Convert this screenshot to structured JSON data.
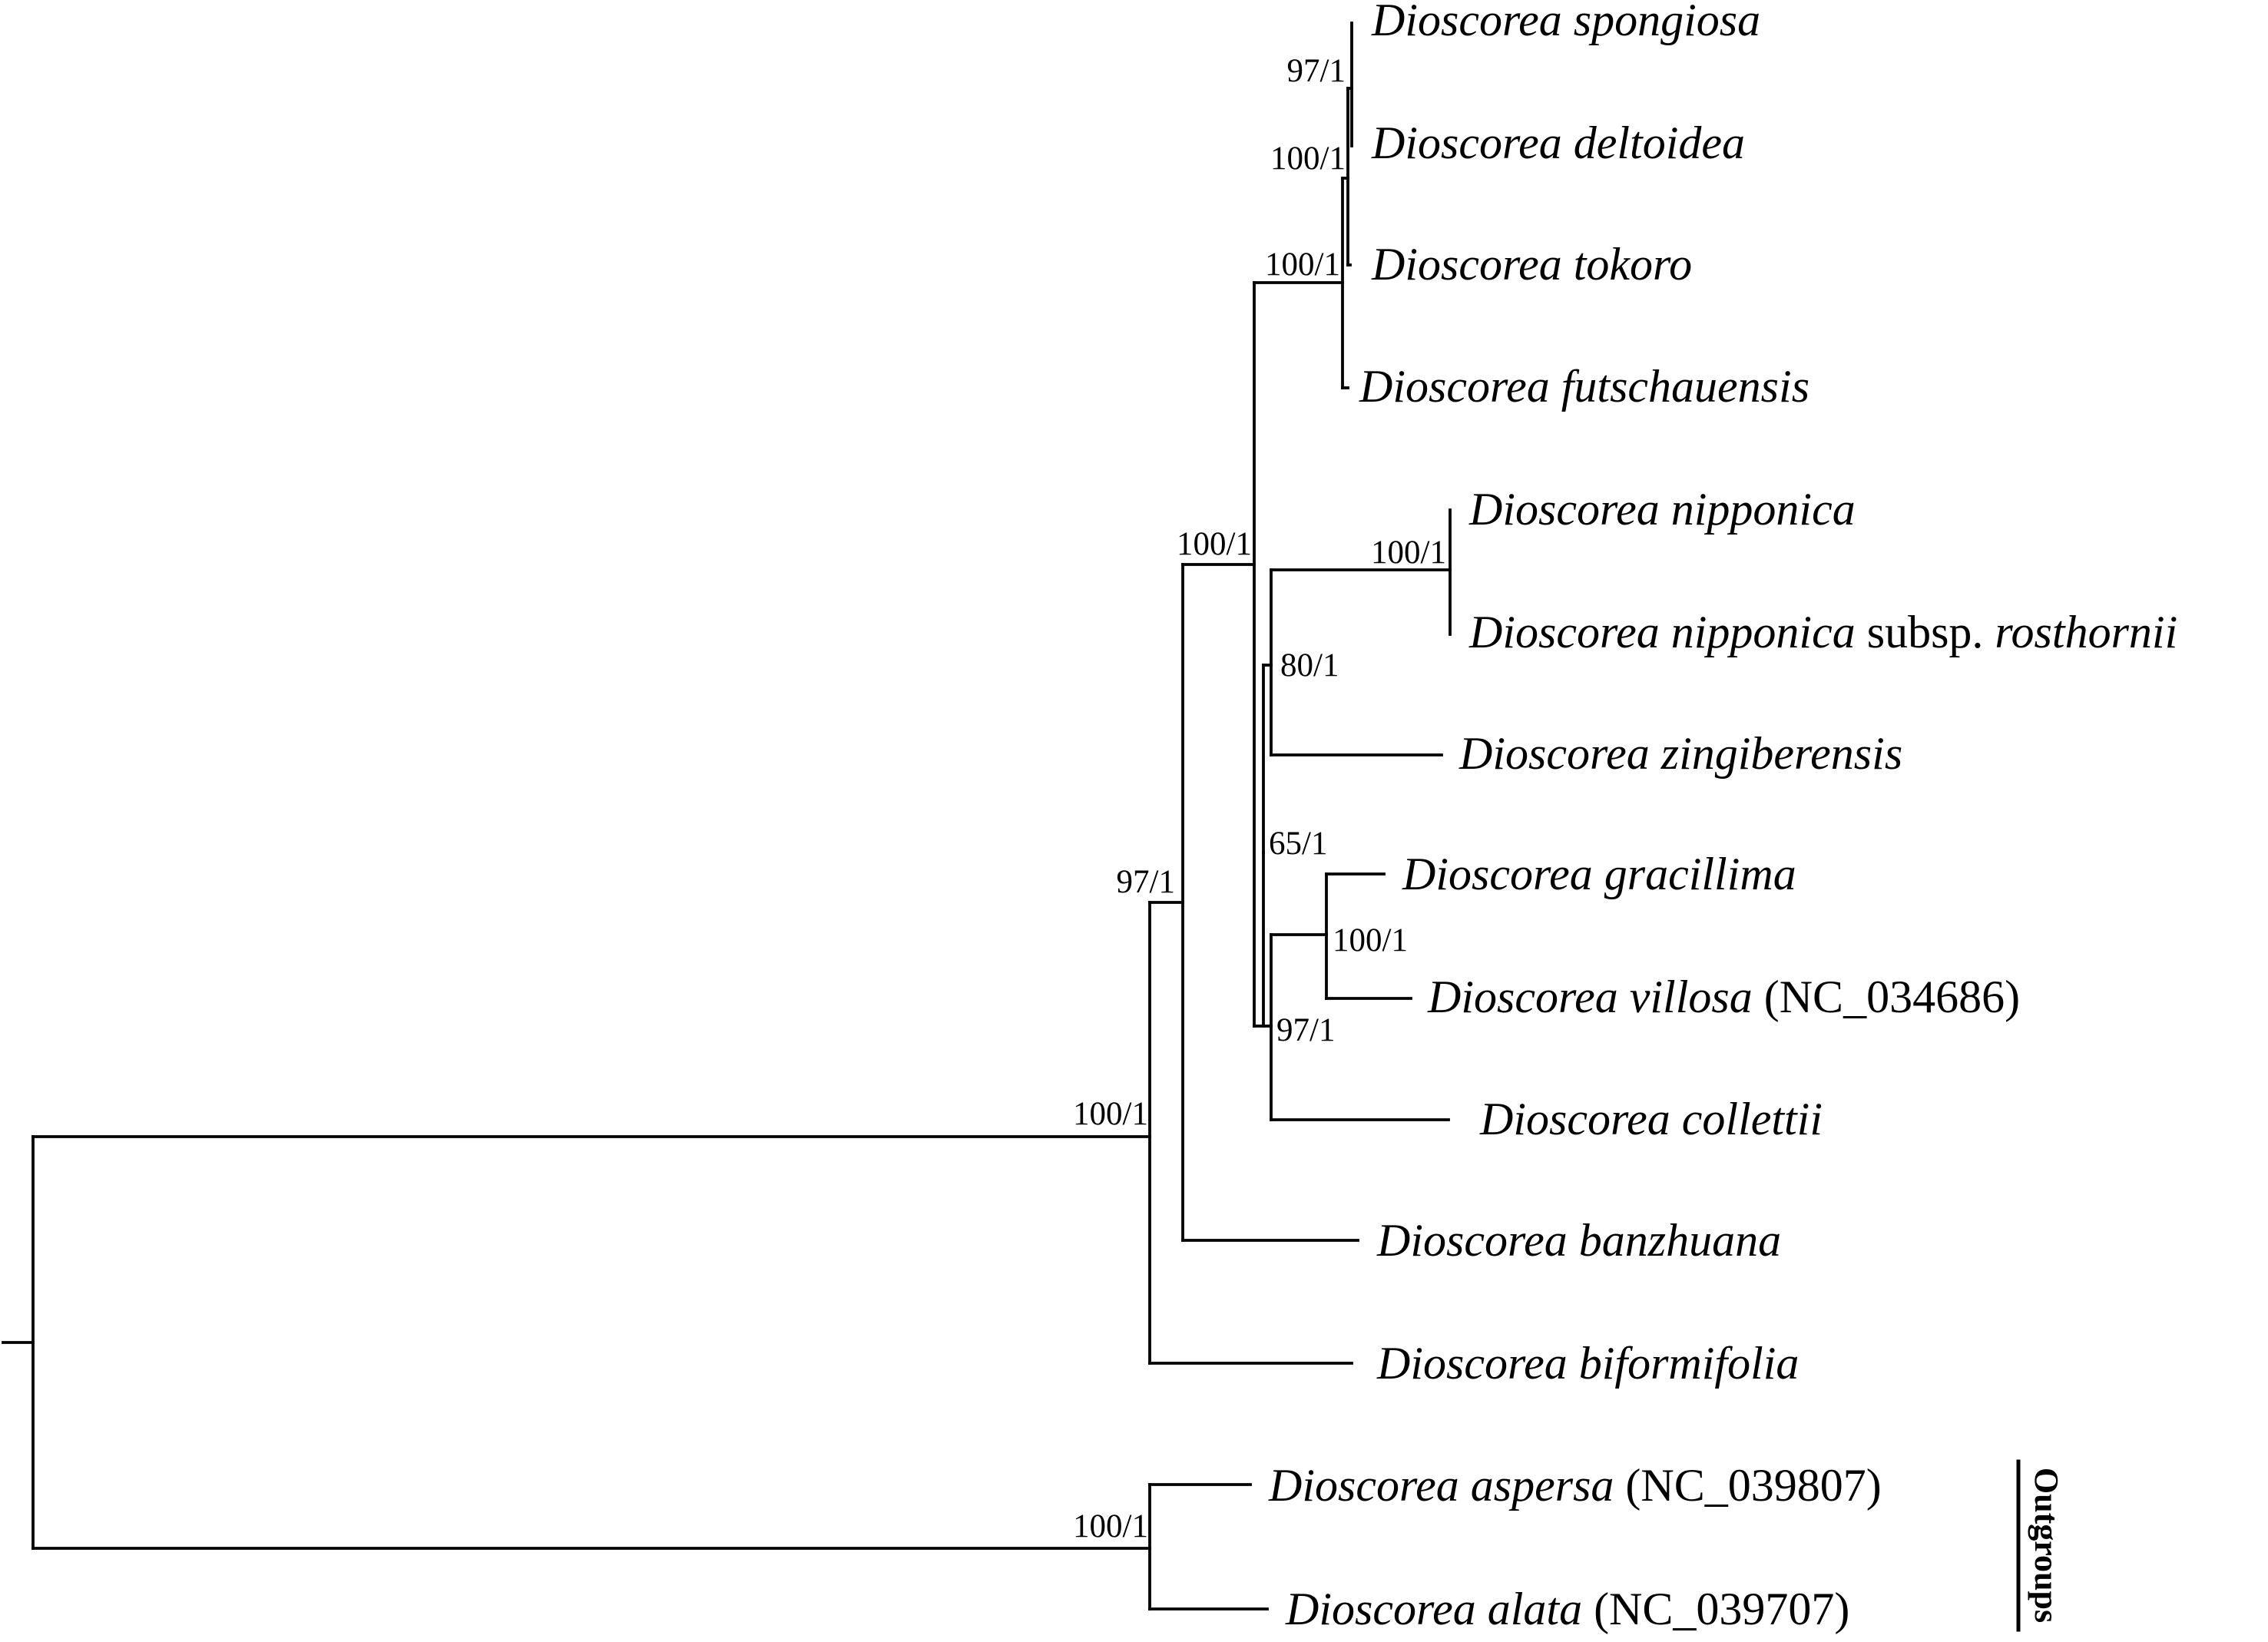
{
  "taxa": [
    {
      "genus": "Dioscorea",
      "epithet": "spongiosa",
      "suffix": ""
    },
    {
      "genus": "Dioscorea",
      "epithet": "deltoidea",
      "suffix": ""
    },
    {
      "genus": "Dioscorea",
      "epithet": "tokoro",
      "suffix": ""
    },
    {
      "genus": "Dioscorea",
      "epithet": "futschauensis",
      "suffix": ""
    },
    {
      "genus": "Dioscorea",
      "epithet": "nipponica",
      "suffix": ""
    },
    {
      "genus": "Dioscorea",
      "epithet": "nipponica",
      "suffix": " subsp. ",
      "infra": "rosthornii"
    },
    {
      "genus": "Dioscorea",
      "epithet": "zingiberensis",
      "suffix": ""
    },
    {
      "genus": "Dioscorea",
      "epithet": "gracillima",
      "suffix": ""
    },
    {
      "genus": "Dioscorea",
      "epithet": "villosa",
      "suffix": " (NC_034686)"
    },
    {
      "genus": "Dioscorea",
      "epithet": "collettii",
      "suffix": ""
    },
    {
      "genus": "Dioscorea",
      "epithet": "banzhuana",
      "suffix": ""
    },
    {
      "genus": "Dioscorea",
      "epithet": "biformifolia",
      "suffix": ""
    },
    {
      "genus": "Dioscorea",
      "epithet": "aspersa",
      "suffix": " (NC_039807)"
    },
    {
      "genus": "Dioscorea",
      "epithet": "alata",
      "suffix": " (NC_039707)"
    }
  ],
  "supports": {
    "spongiosa_deltoidea": "97/1",
    "tokoro_clade": "100/1",
    "futschauensis_clade": "100/1",
    "nipponica_pair": "100/1",
    "zingiberensis_clade": "80/1",
    "ingroup_core": "100/1",
    "gracillima_villosa": "100/1",
    "collettii_clade": "97/1",
    "big_clade": "65/1",
    "banzhuana_clade": "97/1",
    "ingroup": "100/1",
    "outgroup_pair": "100/1"
  },
  "outgroup_label": "Outgroups"
}
